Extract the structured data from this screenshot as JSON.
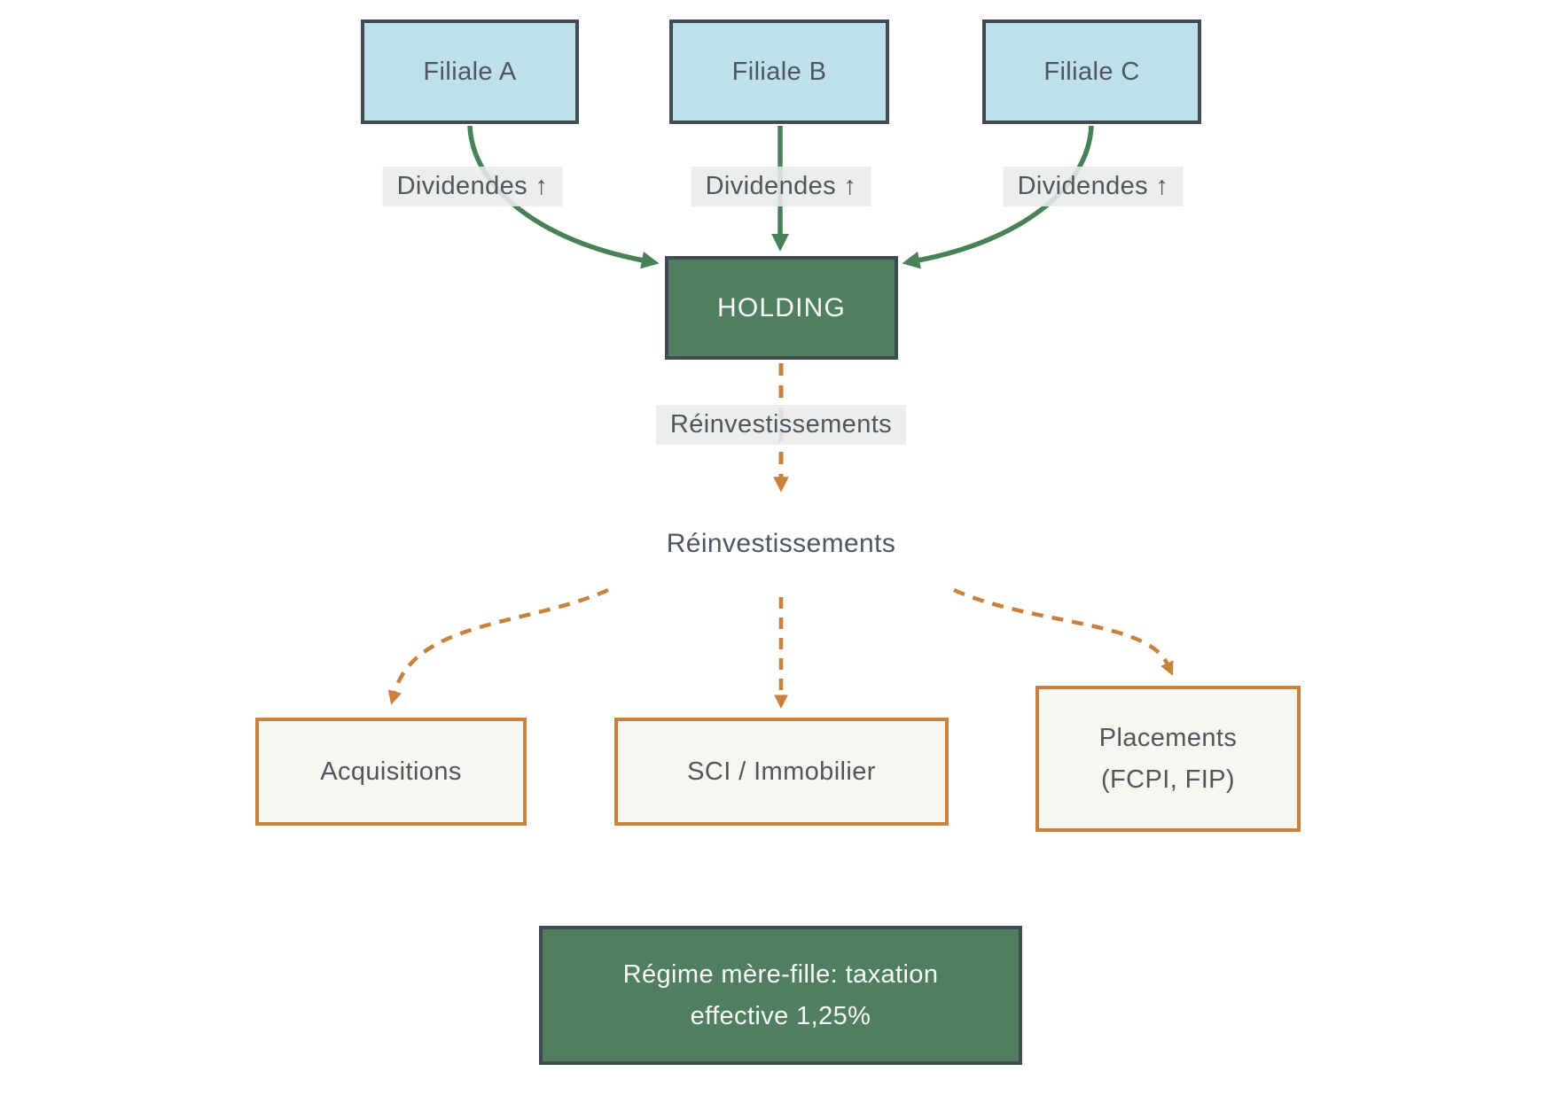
{
  "diagram": {
    "type": "holding-structure-flowchart",
    "nodes": {
      "filiale_a": {
        "label": "Filiale A"
      },
      "filiale_b": {
        "label": "Filiale B"
      },
      "filiale_c": {
        "label": "Filiale C"
      },
      "holding": {
        "label": "HOLDING"
      },
      "acquisitions": {
        "label": "Acquisitions"
      },
      "sci": {
        "label": "SCI / Immobilier"
      },
      "placements": {
        "line1": "Placements",
        "line2": "(FCPI, FIP)"
      },
      "regime": {
        "line1": "Régime mère-fille: taxation",
        "line2": "effective 1,25%"
      }
    },
    "edge_labels": {
      "dividendes_a": "Dividendes ↑",
      "dividendes_b": "Dividendes ↑",
      "dividendes_c": "Dividendes ↑",
      "reinvestissements_badge": "Réinvestissements",
      "reinvestissements_text": "Réinvestissements"
    },
    "colors": {
      "background": "#FFFFFF",
      "node_blue_fill": "#BEE0EA",
      "node_green_fill": "#4F7E61",
      "node_cream_fill": "#F8F6F0",
      "border_dark": "#424B54",
      "border_orange": "#C9823E",
      "arrow_green": "#478157",
      "arrow_orange": "#C9823E",
      "edge_label_bg": "#E9EAEA",
      "text_dark": "#4E565E",
      "text_light": "#FBFBF9"
    }
  }
}
